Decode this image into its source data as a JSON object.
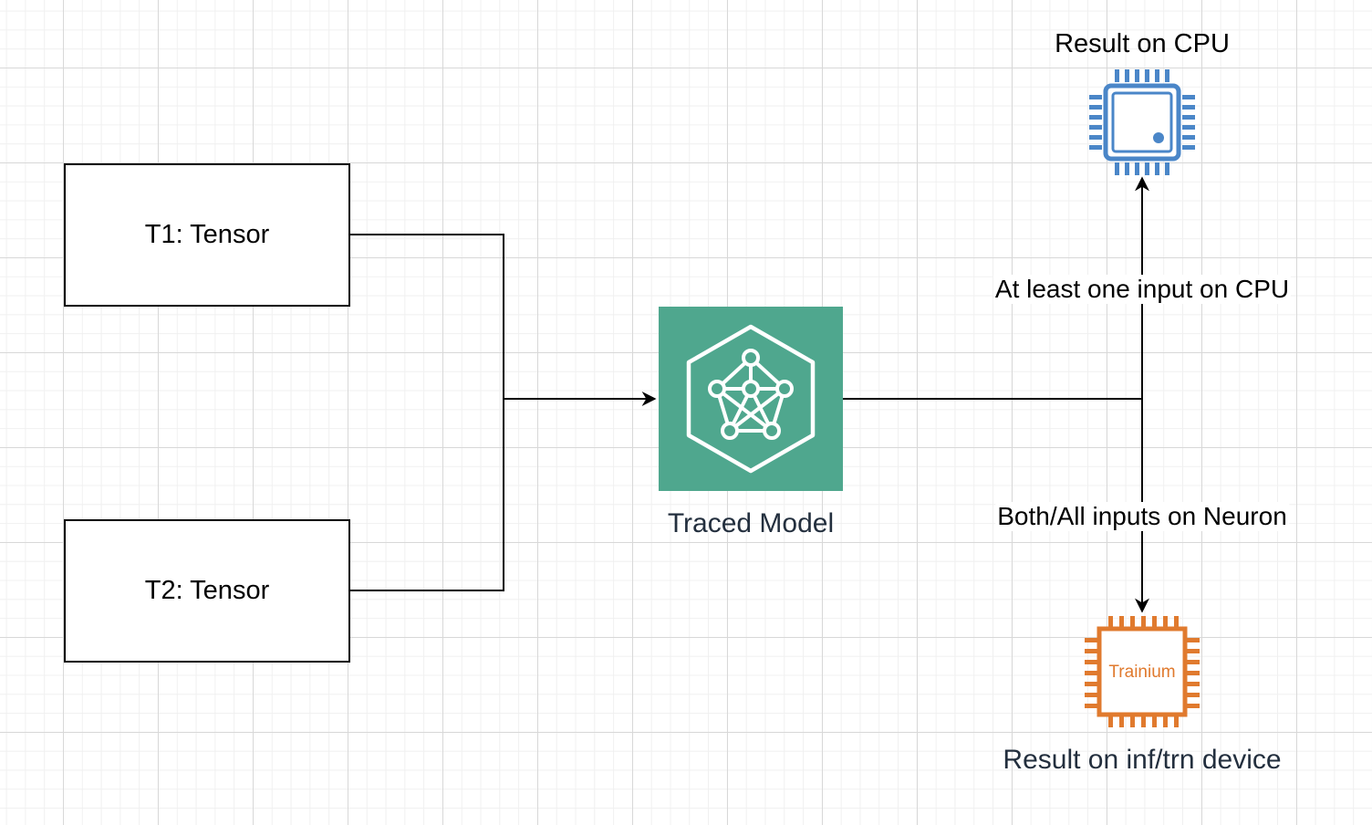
{
  "nodes": {
    "t1": {
      "label": "T1: Tensor"
    },
    "t2": {
      "label": "T2: Tensor"
    },
    "model": {
      "label": "Traced Model",
      "icon": "neural-network-icon",
      "color": "#4fa78e"
    },
    "cpu_result": {
      "label": "Result on CPU",
      "icon": "cpu-chip-icon",
      "color": "#4a86c8"
    },
    "device_result": {
      "label": "Result on inf/trn device",
      "icon": "trainium-chip-icon",
      "chip_text": "Trainium",
      "color": "#e07a2e"
    }
  },
  "edges": {
    "to_cpu": {
      "label": "At least one input on CPU"
    },
    "to_device": {
      "label": "Both/All inputs on Neuron"
    }
  }
}
